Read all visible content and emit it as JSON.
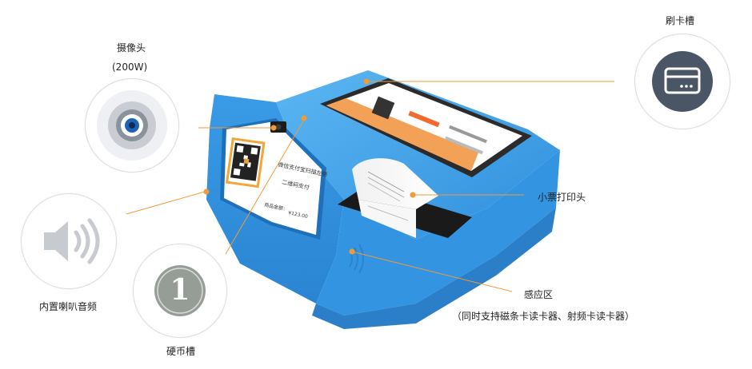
{
  "callouts": {
    "camera": {
      "title": "摄像头",
      "sub": "(200W)"
    },
    "card_slot": {
      "title": "刷卡槽"
    },
    "speaker": {
      "title": "内置喇叭音频"
    },
    "coin_slot": {
      "title": "硬币槽",
      "icon_text": "1"
    },
    "printer": {
      "title": "小票打印头"
    },
    "nfc": {
      "title": "感应区",
      "sub": "（同时支持磁条卡读卡器、射频卡读卡器）"
    }
  },
  "screen": {
    "qr_caption_1": "微信支付宝扫描左侧",
    "qr_caption_2": "二维码支付",
    "amount_label": "商品金额：",
    "amount_value": "¥123.00"
  },
  "colors": {
    "device_blue": "#3fa0ea",
    "leader_line": "#f29a35",
    "icon_circle": "#4a5566"
  }
}
